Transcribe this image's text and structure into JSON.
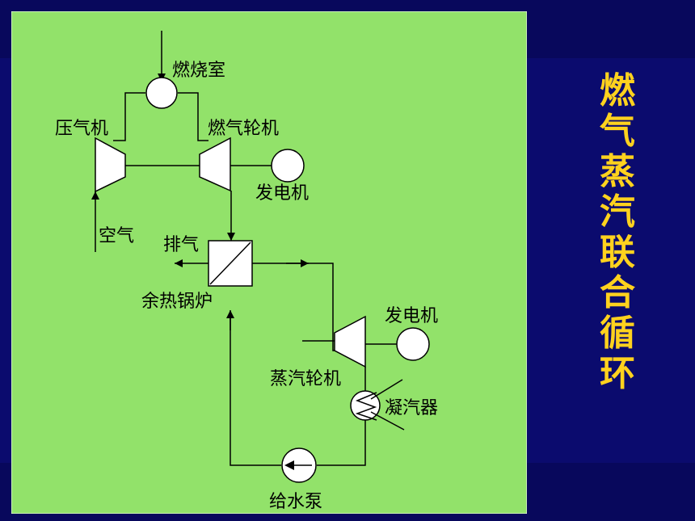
{
  "title_chars": [
    "燃",
    "气",
    "蒸",
    "汽",
    "联",
    "合",
    "循",
    "环"
  ],
  "colors": {
    "background": "#0b0b6e",
    "panel": "#92e26a",
    "title": "#ffd21e",
    "line": "#000000"
  },
  "diagram": {
    "labels": {
      "combustor": "燃烧室",
      "compressor": "压气机",
      "gas_turbine": "燃气轮机",
      "generator_1": "发电机",
      "air": "空气",
      "exhaust": "排气",
      "hrsg": "余热锅炉",
      "generator_2": "发电机",
      "steam_turbine": "蒸汽轮机",
      "condenser": "凝汽器",
      "feed_pump": "给水泵"
    }
  }
}
